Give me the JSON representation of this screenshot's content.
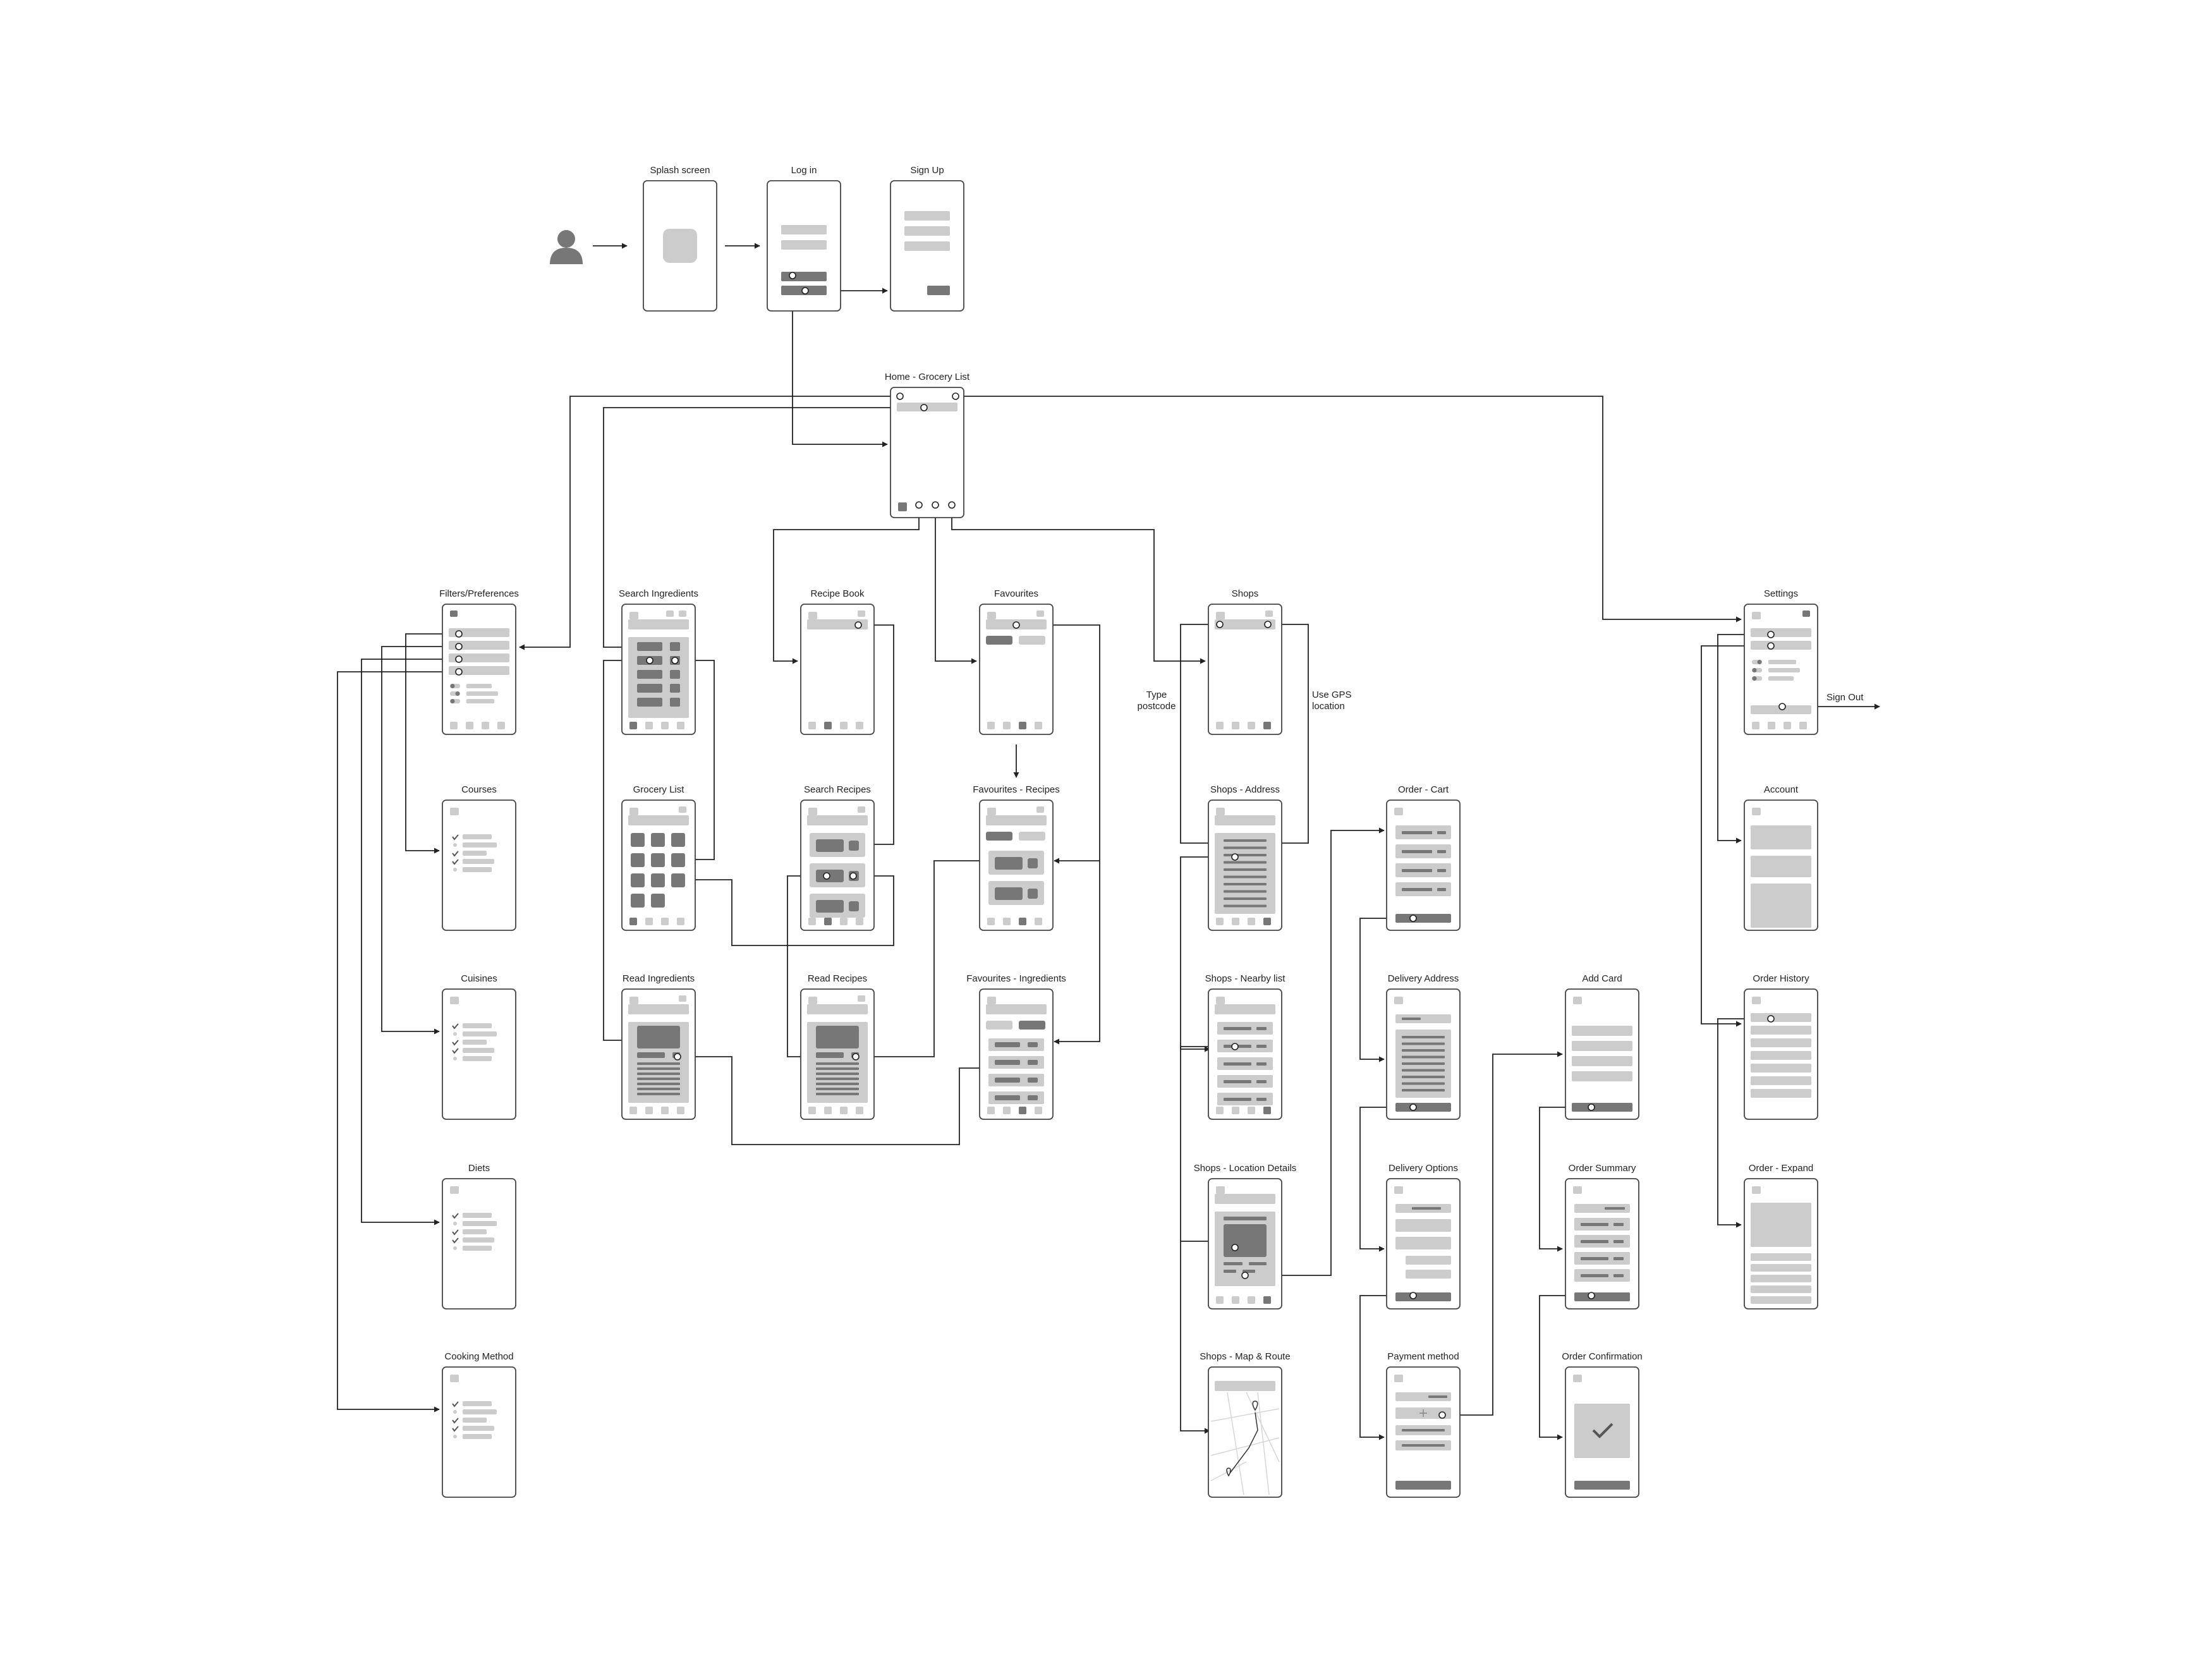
{
  "diagram": {
    "type": "user-flow",
    "colors": {
      "line": "#222222",
      "frame": "#444444",
      "light": "#cccccc",
      "dark": "#777777",
      "icon": "#777777"
    },
    "start_icon": "user-icon",
    "screens": [
      {
        "id": "splash",
        "title": "Splash screen"
      },
      {
        "id": "login",
        "title": "Log in"
      },
      {
        "id": "signup",
        "title": "Sign Up"
      },
      {
        "id": "home",
        "title": "Home - Grocery List"
      },
      {
        "id": "filters",
        "title": "Filters/Preferences"
      },
      {
        "id": "search_ing",
        "title": "Search Ingredients"
      },
      {
        "id": "recipe_book",
        "title": "Recipe Book"
      },
      {
        "id": "favourites",
        "title": "Favourites"
      },
      {
        "id": "shops",
        "title": "Shops"
      },
      {
        "id": "settings",
        "title": "Settings"
      },
      {
        "id": "courses",
        "title": "Courses"
      },
      {
        "id": "grocery_list",
        "title": "Grocery List"
      },
      {
        "id": "search_recipes",
        "title": "Search Recipes"
      },
      {
        "id": "fav_recipes",
        "title": "Favourites - Recipes"
      },
      {
        "id": "shops_address",
        "title": "Shops - Address"
      },
      {
        "id": "order_cart",
        "title": "Order - Cart"
      },
      {
        "id": "account",
        "title": "Account"
      },
      {
        "id": "cuisines",
        "title": "Cuisines"
      },
      {
        "id": "read_ing",
        "title": "Read Ingredients"
      },
      {
        "id": "read_recipes",
        "title": "Read Recipes"
      },
      {
        "id": "fav_ing",
        "title": "Favourites - Ingredients"
      },
      {
        "id": "shops_nearby",
        "title": "Shops - Nearby list"
      },
      {
        "id": "delivery_address",
        "title": "Delivery Address"
      },
      {
        "id": "add_card",
        "title": "Add Card"
      },
      {
        "id": "order_history",
        "title": "Order History"
      },
      {
        "id": "diets",
        "title": "Diets"
      },
      {
        "id": "shops_location",
        "title": "Shops - Location Details"
      },
      {
        "id": "delivery_options",
        "title": "Delivery Options"
      },
      {
        "id": "order_summary",
        "title": "Order Summary"
      },
      {
        "id": "order_expand",
        "title": "Order - Expand"
      },
      {
        "id": "cooking_method",
        "title": "Cooking Method"
      },
      {
        "id": "shops_map",
        "title": "Shops - Map & Route"
      },
      {
        "id": "payment_method",
        "title": "Payment method"
      },
      {
        "id": "order_confirmation",
        "title": "Order Confirmation"
      }
    ],
    "annotations": [
      {
        "id": "type_postcode",
        "lines": [
          "Type",
          "postcode"
        ]
      },
      {
        "id": "use_gps",
        "lines": [
          "Use GPS",
          "location"
        ]
      },
      {
        "id": "sign_out",
        "lines": [
          "Sign Out"
        ]
      }
    ]
  }
}
